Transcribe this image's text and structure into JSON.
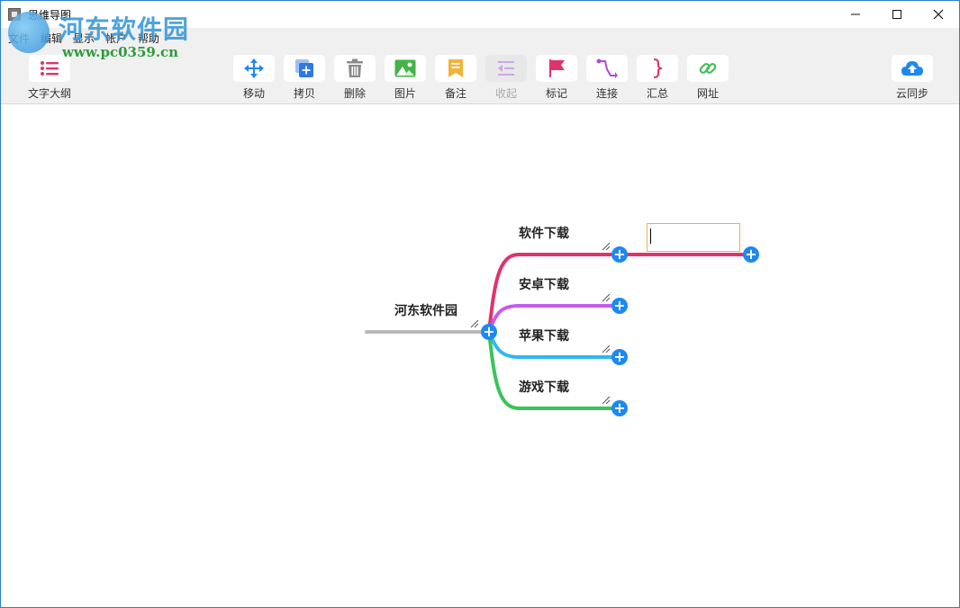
{
  "window": {
    "title": "思维导图"
  },
  "menubar": {
    "items": [
      "文件",
      "编辑",
      "显示",
      "帐户",
      "帮助"
    ]
  },
  "watermark": {
    "text": "河东软件园",
    "url": "www.pc0359.cn"
  },
  "toolbar": {
    "outline": "文字大纲",
    "move": "移动",
    "copy": "拷贝",
    "delete": "删除",
    "image": "图片",
    "note": "备注",
    "collapse": "收起",
    "flag": "标记",
    "connect": "连接",
    "summary": "汇总",
    "link": "网址",
    "sync": "云同步"
  },
  "mindmap": {
    "root": "河东软件园",
    "branches": [
      {
        "label": "软件下载",
        "color": "#e0336b"
      },
      {
        "label": "安卓下载",
        "color": "#c45cf0"
      },
      {
        "label": "苹果下载",
        "color": "#2fb6f5"
      },
      {
        "label": "游戏下载",
        "color": "#39c45a"
      }
    ],
    "root_line_color": "#b8b8b8",
    "add_button_color": "#1e88f0",
    "edit_border_color": "#f0b24a"
  },
  "colors": {
    "window_border": "#2d7dd2",
    "outline_icon": "#e0336b",
    "move_icon": "#1e88f0",
    "copy_icon": "#2f7ae0",
    "delete_icon": "#8a8a8a",
    "image_icon": "#45b24a",
    "note_icon": "#f0b43a",
    "collapse_icon": "#c9a8e6",
    "flag_icon": "#e0336b",
    "connect_icon": "#b04ad8",
    "summary_icon": "#e0336b",
    "link_icon": "#3fbf5a",
    "sync_icon": "#1e88f0"
  }
}
